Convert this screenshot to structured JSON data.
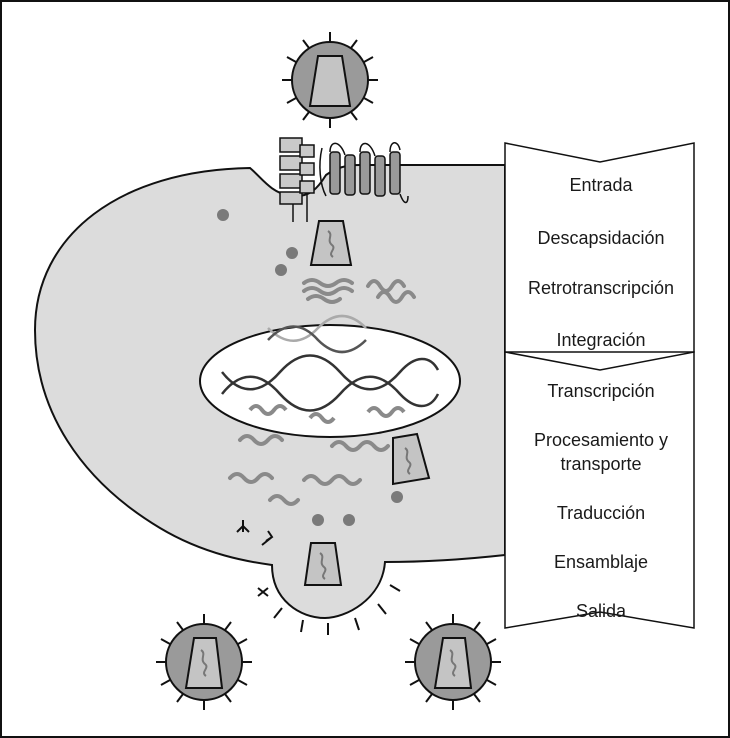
{
  "stages": {
    "upper": [
      "Entrada",
      "Descapsidación",
      "Retrotranscripción",
      "Integración"
    ],
    "lower": [
      "Transcripción",
      "Procesamiento y transporte",
      "Traducción",
      "Ensamblaje",
      "Salida"
    ]
  },
  "colors": {
    "cytoplasm": "#dcdcdc",
    "nucleus": "#ffffff",
    "virion_core": "#9a9a9a",
    "capsid": "#c4c4c4",
    "rna": "#8a8a8a",
    "outline": "#111111"
  }
}
